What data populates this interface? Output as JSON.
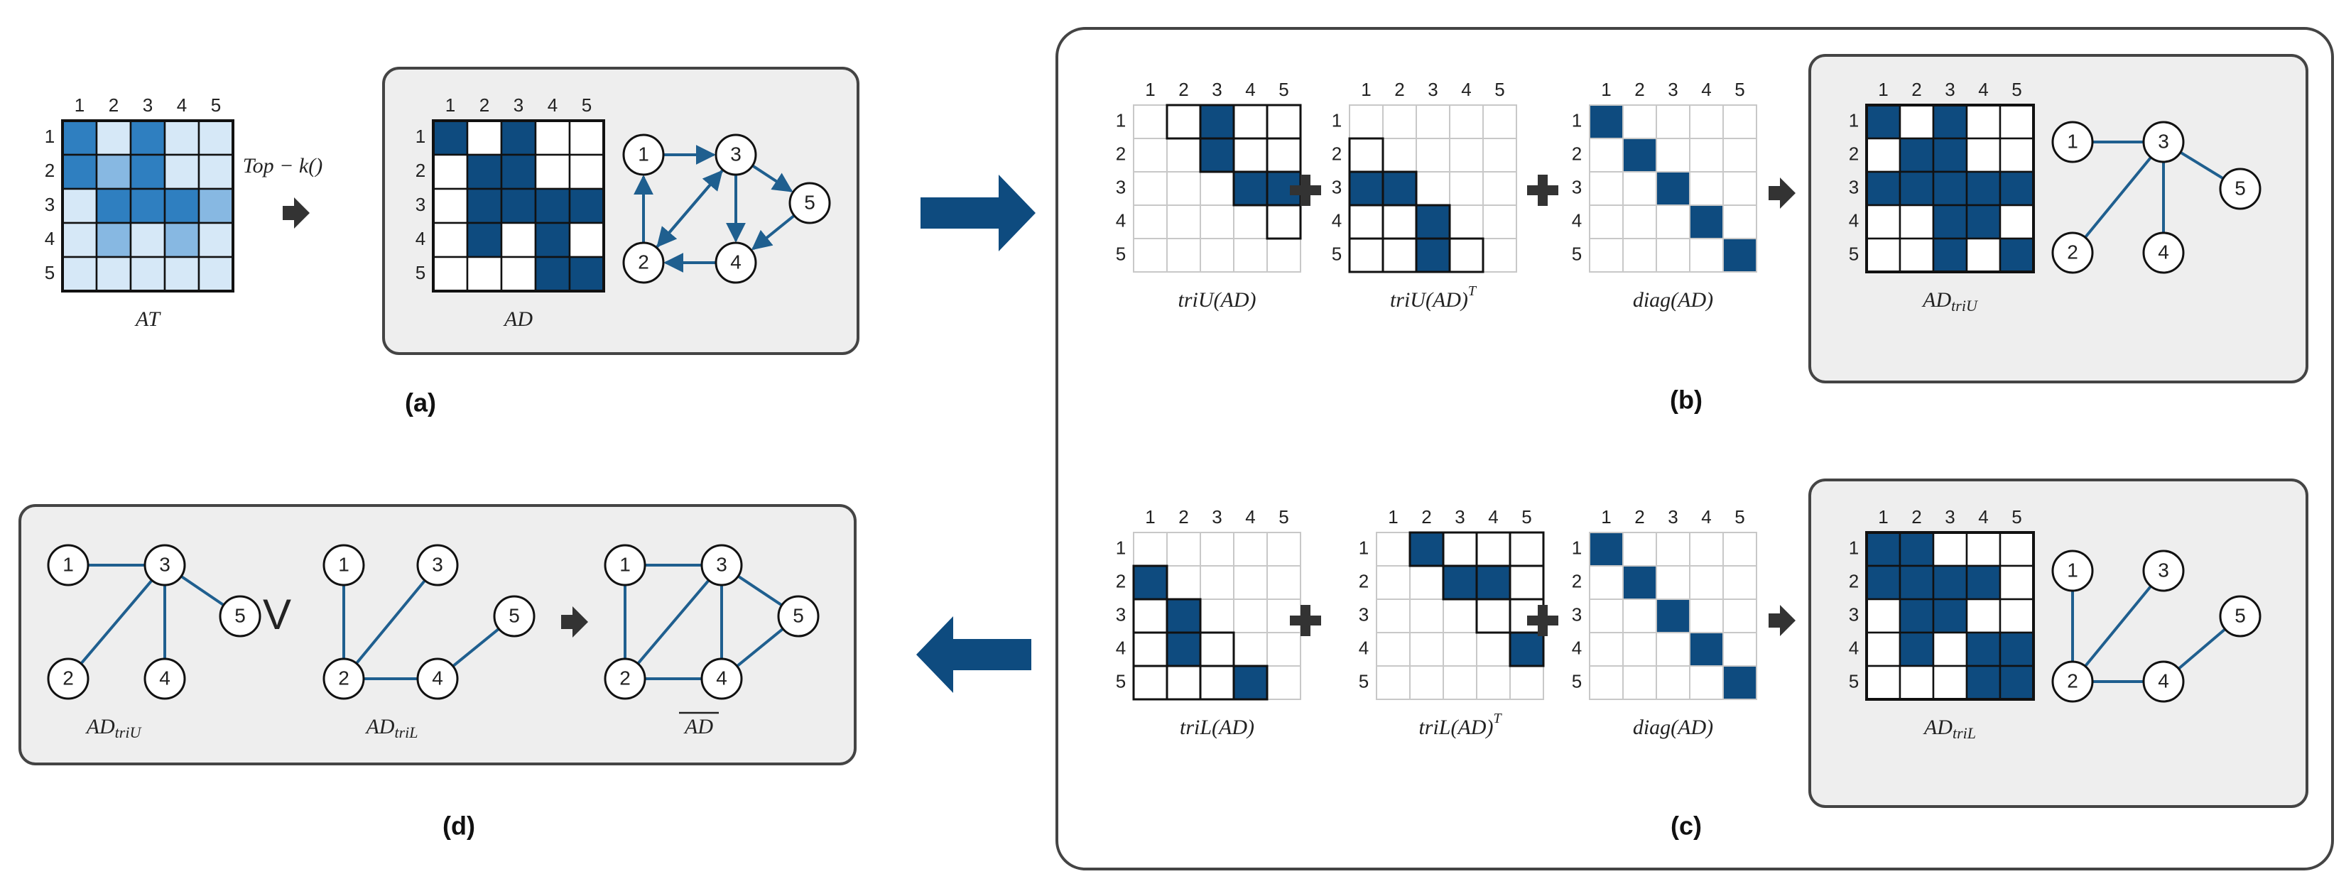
{
  "colors": {
    "dark": "#0e4b7f",
    "mid": "#2f7fc0",
    "light": "#87b8e2",
    "pale": "#d6e8f7",
    "edge": "#1f5f8f",
    "panel": "#eeeeee",
    "arrow": "#0e4b7f"
  },
  "idx": [
    "1",
    "2",
    "3",
    "4",
    "5"
  ],
  "top_k_label": "Top − k()",
  "panel_labels": {
    "a": "(a)",
    "b": "(b)",
    "c": "(c)",
    "d": "(d)"
  },
  "op_plus": "+",
  "op_or": "V",
  "matrices": {
    "AT": {
      "label": "AT",
      "levels": [
        [
          3,
          1,
          3,
          1,
          1
        ],
        [
          3,
          2,
          3,
          1,
          1
        ],
        [
          1,
          3,
          3,
          3,
          2
        ],
        [
          1,
          2,
          1,
          2,
          1
        ],
        [
          1,
          1,
          1,
          1,
          1
        ]
      ]
    },
    "AD": {
      "label": "AD",
      "cells": [
        [
          1,
          0,
          1,
          0,
          0
        ],
        [
          0,
          1,
          1,
          0,
          0
        ],
        [
          0,
          1,
          1,
          1,
          1
        ],
        [
          0,
          1,
          0,
          1,
          0
        ],
        [
          0,
          0,
          0,
          1,
          1
        ]
      ]
    },
    "triU": {
      "label": "triU(AD)",
      "cells": [
        [
          0,
          0,
          1,
          0,
          0
        ],
        [
          0,
          0,
          1,
          0,
          0
        ],
        [
          0,
          0,
          0,
          1,
          1
        ],
        [
          0,
          0,
          0,
          0,
          0
        ],
        [
          0,
          0,
          0,
          0,
          0
        ]
      ],
      "outline": [
        [
          0,
          1
        ],
        [
          0,
          2
        ],
        [
          0,
          3
        ],
        [
          0,
          4
        ],
        [
          1,
          2
        ],
        [
          1,
          3
        ],
        [
          1,
          4
        ],
        [
          2,
          3
        ],
        [
          2,
          4
        ],
        [
          3,
          4
        ]
      ]
    },
    "triUT": {
      "label": "triU(AD)",
      "sup": "T",
      "cells": [
        [
          0,
          0,
          0,
          0,
          0
        ],
        [
          0,
          0,
          0,
          0,
          0
        ],
        [
          1,
          1,
          0,
          0,
          0
        ],
        [
          0,
          0,
          1,
          0,
          0
        ],
        [
          0,
          0,
          1,
          0,
          0
        ]
      ],
      "outline": [
        [
          1,
          0
        ],
        [
          2,
          0
        ],
        [
          3,
          0
        ],
        [
          4,
          0
        ],
        [
          2,
          1
        ],
        [
          3,
          1
        ],
        [
          4,
          1
        ],
        [
          3,
          2
        ],
        [
          4,
          2
        ],
        [
          4,
          3
        ]
      ]
    },
    "diagB": {
      "label": "diag(AD)",
      "cells": [
        [
          1,
          0,
          0,
          0,
          0
        ],
        [
          0,
          1,
          0,
          0,
          0
        ],
        [
          0,
          0,
          1,
          0,
          0
        ],
        [
          0,
          0,
          0,
          1,
          0
        ],
        [
          0,
          0,
          0,
          0,
          1
        ]
      ]
    },
    "ADtriU": {
      "label": "AD",
      "sub": "triU",
      "cells": [
        [
          1,
          0,
          1,
          0,
          0
        ],
        [
          0,
          1,
          1,
          0,
          0
        ],
        [
          1,
          1,
          1,
          1,
          1
        ],
        [
          0,
          0,
          1,
          1,
          0
        ],
        [
          0,
          0,
          1,
          0,
          1
        ]
      ]
    },
    "triL": {
      "label": "triL(AD)",
      "cells": [
        [
          0,
          0,
          0,
          0,
          0
        ],
        [
          1,
          0,
          0,
          0,
          0
        ],
        [
          0,
          1,
          0,
          0,
          0
        ],
        [
          0,
          1,
          0,
          0,
          0
        ],
        [
          0,
          0,
          0,
          1,
          0
        ]
      ],
      "outline": [
        [
          1,
          0
        ],
        [
          2,
          0
        ],
        [
          3,
          0
        ],
        [
          4,
          0
        ],
        [
          2,
          1
        ],
        [
          3,
          1
        ],
        [
          4,
          1
        ],
        [
          3,
          2
        ],
        [
          4,
          2
        ],
        [
          4,
          3
        ]
      ]
    },
    "triLT": {
      "label": "triL(AD)",
      "sup": "T",
      "cells": [
        [
          0,
          1,
          0,
          0,
          0
        ],
        [
          0,
          0,
          1,
          1,
          0
        ],
        [
          0,
          0,
          0,
          0,
          0
        ],
        [
          0,
          0,
          0,
          0,
          1
        ],
        [
          0,
          0,
          0,
          0,
          0
        ]
      ],
      "outline": [
        [
          0,
          1
        ],
        [
          0,
          2
        ],
        [
          0,
          3
        ],
        [
          0,
          4
        ],
        [
          1,
          2
        ],
        [
          1,
          3
        ],
        [
          1,
          4
        ],
        [
          2,
          3
        ],
        [
          2,
          4
        ],
        [
          3,
          4
        ]
      ]
    },
    "diagC": {
      "label": "diag(AD)",
      "cells": [
        [
          1,
          0,
          0,
          0,
          0
        ],
        [
          0,
          1,
          0,
          0,
          0
        ],
        [
          0,
          0,
          1,
          0,
          0
        ],
        [
          0,
          0,
          0,
          1,
          0
        ],
        [
          0,
          0,
          0,
          0,
          1
        ]
      ]
    },
    "ADtriL": {
      "label": "AD",
      "sub": "triL",
      "cells": [
        [
          1,
          1,
          0,
          0,
          0
        ],
        [
          1,
          1,
          1,
          1,
          0
        ],
        [
          0,
          1,
          1,
          0,
          0
        ],
        [
          0,
          1,
          0,
          1,
          1
        ],
        [
          0,
          0,
          0,
          1,
          1
        ]
      ]
    }
  },
  "graphs": {
    "directed_a": {
      "edges": [
        [
          1,
          3
        ],
        [
          2,
          1
        ],
        [
          2,
          3
        ],
        [
          3,
          2
        ],
        [
          3,
          4
        ],
        [
          3,
          5
        ],
        [
          4,
          2
        ],
        [
          5,
          4
        ]
      ]
    },
    "triU": {
      "edges": [
        [
          1,
          3
        ],
        [
          3,
          5
        ],
        [
          3,
          4
        ],
        [
          3,
          2
        ]
      ]
    },
    "triL": {
      "edges": [
        [
          1,
          2
        ],
        [
          3,
          2
        ],
        [
          2,
          4
        ],
        [
          4,
          5
        ]
      ]
    },
    "ADbar": {
      "edges": [
        [
          1,
          3
        ],
        [
          3,
          5
        ],
        [
          3,
          4
        ],
        [
          3,
          2
        ],
        [
          1,
          2
        ],
        [
          2,
          4
        ],
        [
          4,
          5
        ]
      ]
    }
  },
  "graph_labels": {
    "d_triU": {
      "label": "AD",
      "sub": "triU"
    },
    "d_triL": {
      "label": "AD",
      "sub": "triL"
    },
    "d_bar": {
      "label": "AD",
      "overline": true
    }
  }
}
